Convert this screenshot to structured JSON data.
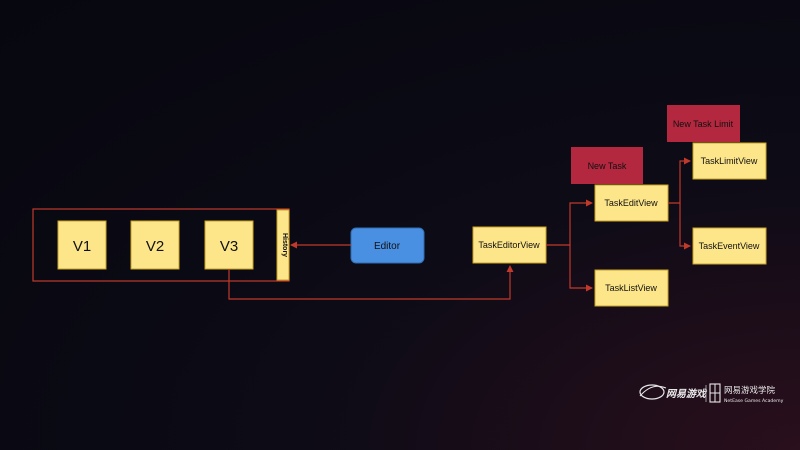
{
  "diagram": {
    "history_label": "History",
    "versions": [
      "V1",
      "V2",
      "V3"
    ],
    "editor": "Editor",
    "task_editor_view": "TaskEditorView",
    "task_edit_view": "TaskEditView",
    "task_list_view": "TaskListView",
    "task_limit_view": "TaskLimitView",
    "task_event_view": "TaskEventView",
    "new_task": "New Task",
    "new_task_limit": "New Task Limit"
  },
  "colors": {
    "sticky_yellow": "#fde68a",
    "sticky_border": "#c9a227",
    "editor_blue": "#4a90e2",
    "label_red": "#b3283f",
    "edge_red": "#c0392b"
  },
  "branding": {
    "logo_cn": "网易游戏",
    "academy_cn": "网易游戏学院",
    "academy_en": "NetEase Games Academy"
  }
}
